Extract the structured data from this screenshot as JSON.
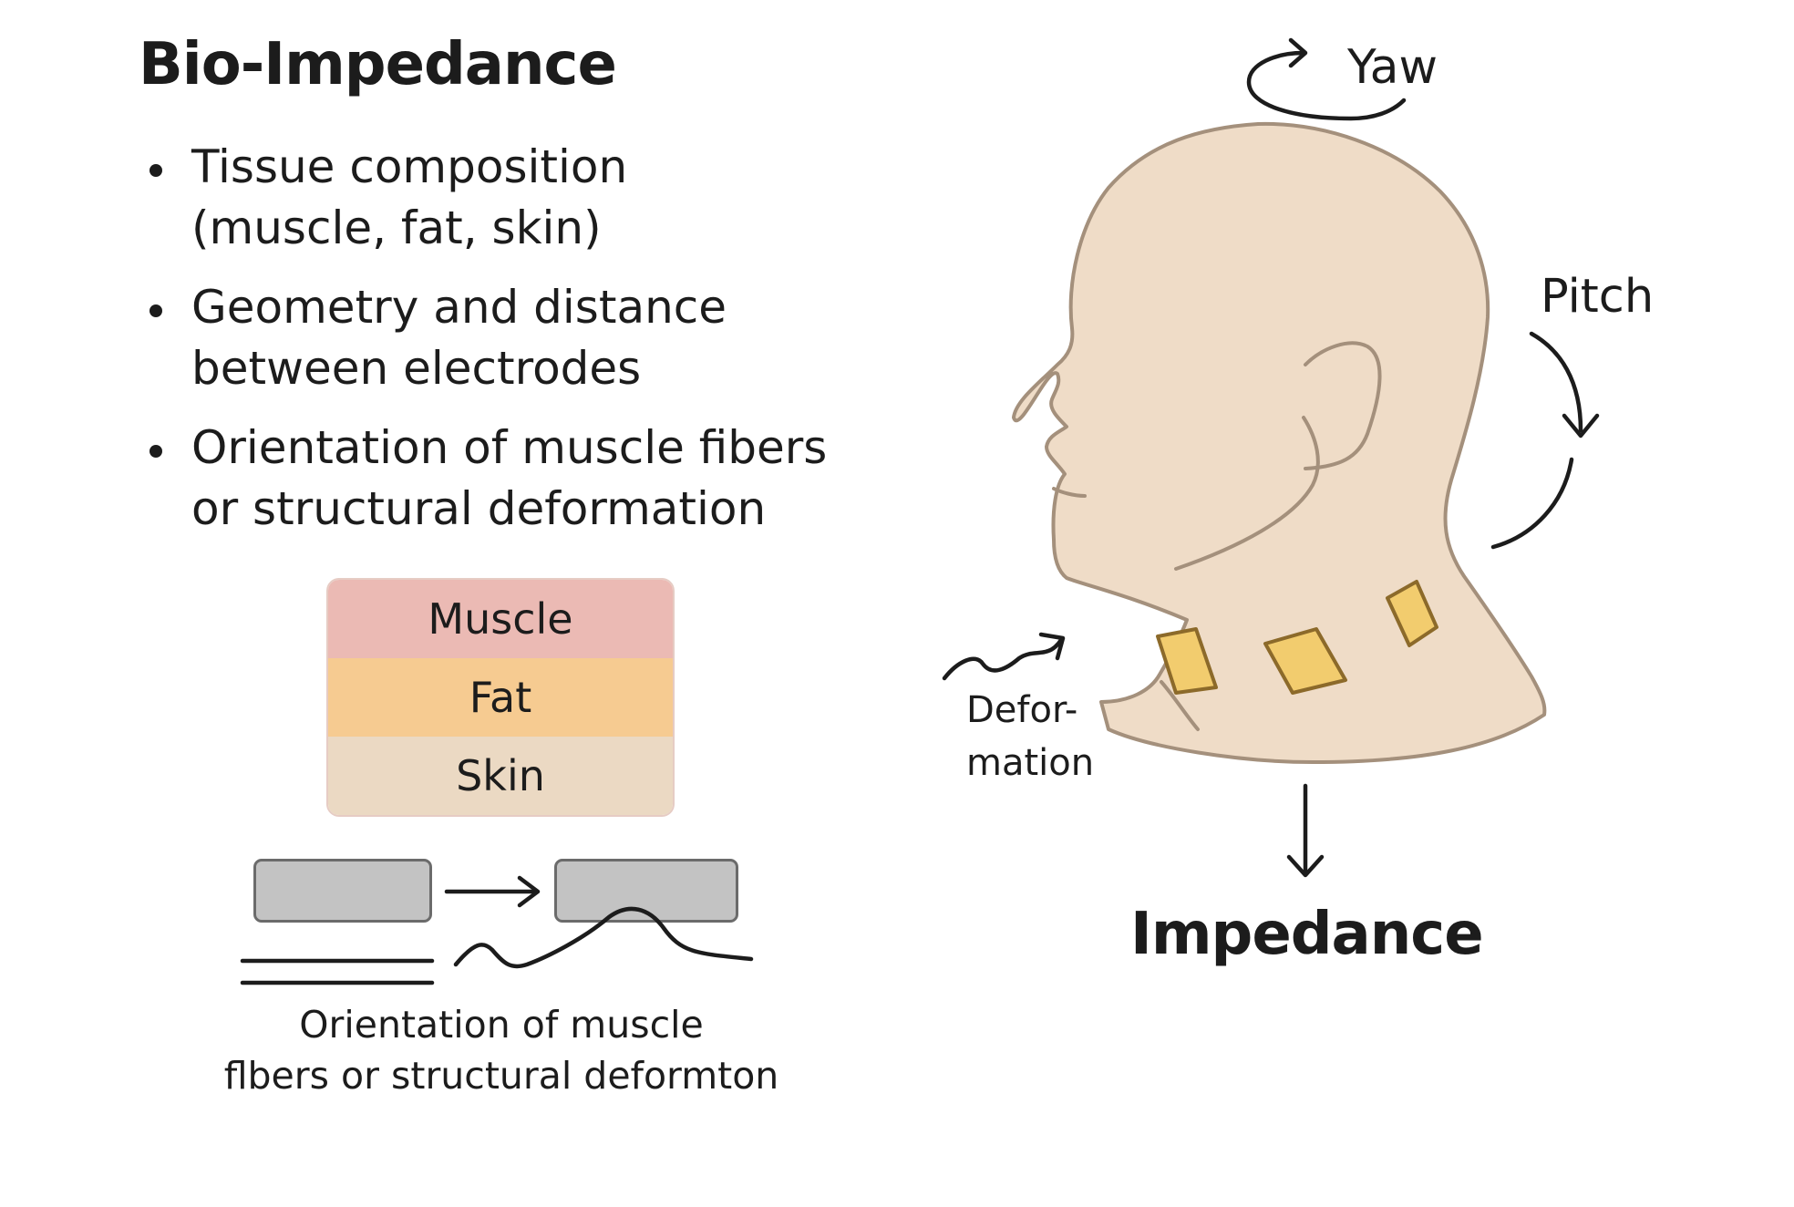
{
  "title": "Bio-Impedance",
  "bullets": [
    {
      "line1": "Tissue composition",
      "line2": "(muscle, fat, skin)"
    },
    {
      "line1": "Geometry and distance",
      "line2": "between electrodes"
    },
    {
      "line1": "Orientation of muscle fibers",
      "line2": "or structural deformation"
    }
  ],
  "tissue_layers": {
    "muscle": "Muscle",
    "fat": "Fat",
    "skin": "Skin"
  },
  "fiber_caption": {
    "line1": "Orientation of muscle",
    "line2": "flbers or structural deformton"
  },
  "head_diagram": {
    "yaw_label": "Yaw",
    "pitch_label": "Pitch",
    "deformation_label_line1": "Defor-",
    "deformation_label_line2": "mation",
    "output_label": "Impedance"
  },
  "colors": {
    "muscle": "#ebbab4",
    "fat": "#f6cb91",
    "skin": "#ebd9c3",
    "head_fill": "#efdcc7",
    "head_outline": "#a4907c",
    "electrode": "#f2cc6e",
    "electrode_outline": "#8c6a2a",
    "fiber_pad": "#c3c3c3"
  }
}
